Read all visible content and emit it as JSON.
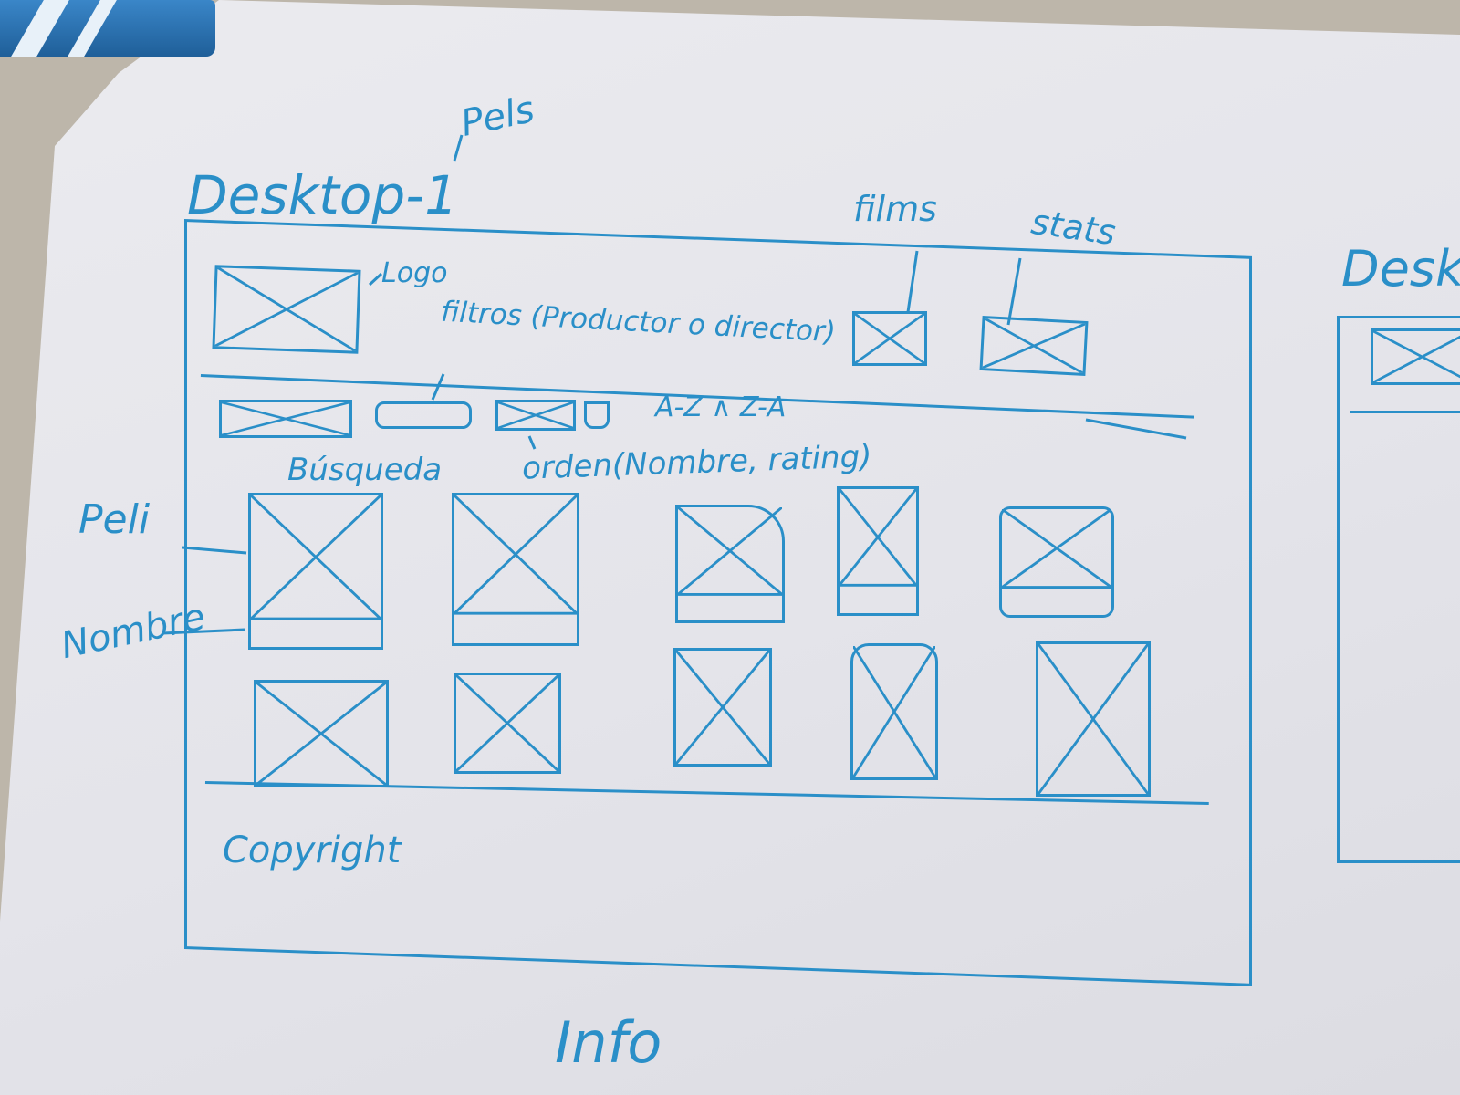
{
  "sketch": {
    "title": "Desktop-1",
    "title_note": "Pels",
    "logo_label": "Logo",
    "filters_label": "filtros (Productor o director)",
    "films_label": "films",
    "stats_label": "stats",
    "sort_toggle_options": "A-Z ∧ Z-A",
    "search_label": "Búsqueda",
    "order_label": "orden(Nombre, rating)",
    "movie_label": "Peli",
    "movie_name_label": "Nombre",
    "footer_text": "Copyright",
    "bottom_label": "Info",
    "second_frame_title": "Deskt"
  },
  "movie_grid": {
    "rows": 2,
    "columns": 5
  },
  "colors": {
    "ink": "#2a8fc8",
    "paper": "#e8e8ed",
    "table": "#bdb6aa",
    "tape": "#2a70b0"
  }
}
